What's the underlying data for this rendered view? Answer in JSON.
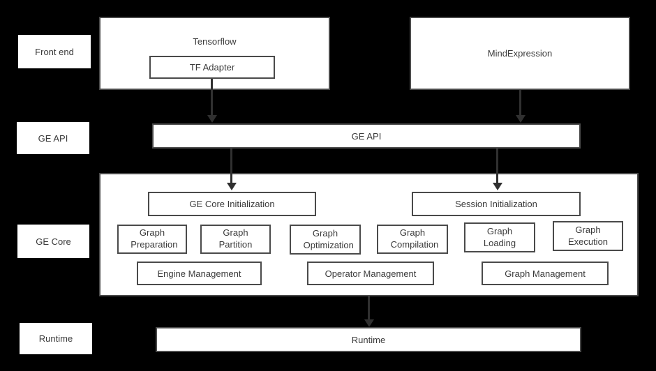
{
  "diagram": {
    "row_labels": [
      {
        "label": "Front end"
      },
      {
        "label": "GE API"
      },
      {
        "label": "GE Core"
      },
      {
        "label": "Runtime"
      }
    ],
    "front_end": {
      "tensorflow_label": "Tensorflow",
      "tf_adapter_label": "TF Adapter",
      "mind_expression_label": "MindExpression"
    },
    "ge_api": {
      "bar_label": "GE API"
    },
    "ge_core": {
      "init_label": "GE Core Initialization",
      "session_label": "Session Initialization",
      "modules": [
        {
          "label": "Graph Preparation"
        },
        {
          "label": "Graph Partition"
        },
        {
          "label": "Graph Optimization"
        },
        {
          "label": "Graph Compilation"
        },
        {
          "label": "Graph Loading"
        },
        {
          "label": "Graph Execution"
        }
      ],
      "management": [
        {
          "label": "Engine Management"
        },
        {
          "label": "Operator Management"
        },
        {
          "label": "Graph Management"
        }
      ]
    },
    "runtime": {
      "bar_label": "Runtime"
    }
  },
  "colors": {
    "background": "#000000",
    "box_fill": "#ffffff",
    "box_border": "#4a4a4a",
    "text": "#3a3a3a",
    "arrow": "#303030"
  }
}
